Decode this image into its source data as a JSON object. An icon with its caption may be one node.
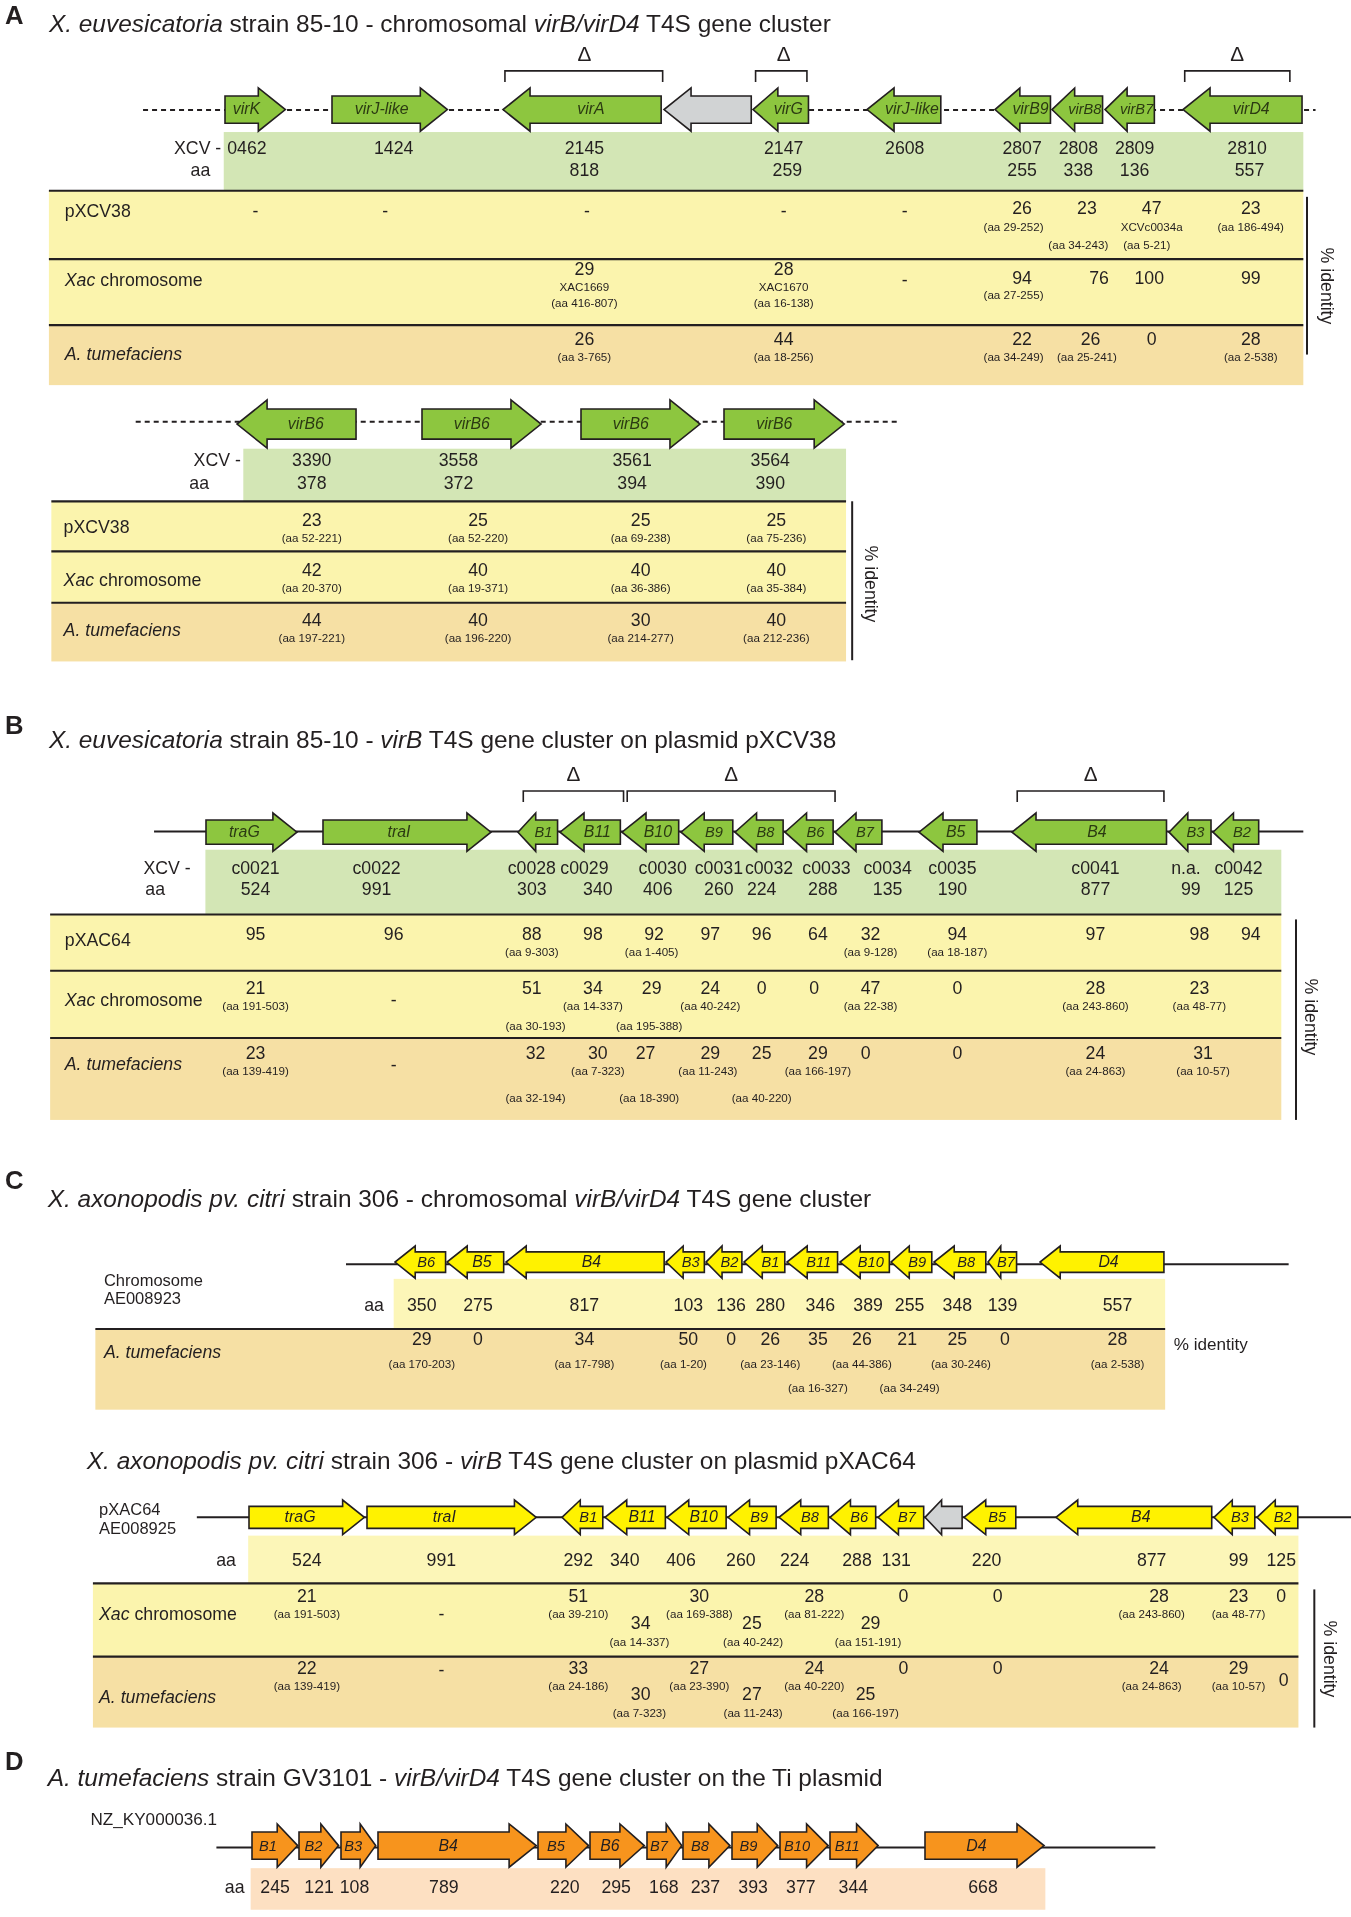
{
  "diagram": {
    "nodes": [
      {
        "text": [
          "virK"
        ]
      },
      {
        "text": [
          "virJ-like"
        ]
      },
      {
        "text": [
          "virA"
        ]
      },
      {
        "text": [],
        "shape": "arrow"
      },
      {
        "text": [
          "virG"
        ]
      },
      {
        "text": [
          "virJ-like"
        ]
      },
      {
        "text": [
          "virB9"
        ]
      },
      {
        "text": [
          "virB8"
        ]
      },
      {
        "text": [
          "virB7"
        ]
      },
      {
        "text": [
          "virD4"
        ]
      },
      {
        "text": [
          "virB6"
        ]
      },
      {
        "text": [
          "virB6"
        ]
      },
      {
        "text": [
          "virB6"
        ]
      },
      {
        "text": [
          "virB6"
        ]
      },
      {
        "text": [
          "traG"
        ]
      },
      {
        "text": [
          "traI"
        ]
      },
      {
        "text": [
          "B1"
        ]
      },
      {
        "text": [
          "B11"
        ]
      },
      {
        "text": [
          "B10"
        ]
      },
      {
        "text": [
          "B9"
        ]
      },
      {
        "text": [
          "B8"
        ]
      },
      {
        "text": [
          "B6"
        ]
      },
      {
        "text": [
          "B7"
        ]
      },
      {
        "text": [
          "B5"
        ]
      },
      {
        "text": [
          "B4"
        ]
      },
      {
        "text": [
          "B3"
        ]
      },
      {
        "text": [
          "B2"
        ]
      },
      {
        "text": [
          "B6"
        ]
      },
      {
        "text": [
          "B5"
        ]
      },
      {
        "text": [
          "B4"
        ]
      },
      {
        "text": [
          "B3"
        ]
      },
      {
        "text": [
          "B2"
        ]
      },
      {
        "text": [
          "B1"
        ]
      },
      {
        "text": [
          "B11"
        ]
      },
      {
        "text": [
          "B10"
        ]
      },
      {
        "text": [
          "B9"
        ]
      },
      {
        "text": [
          "B8"
        ]
      },
      {
        "text": [
          "B7"
        ]
      },
      {
        "text": [
          "D4"
        ]
      },
      {
        "text": [
          "traG"
        ]
      },
      {
        "text": [
          "traI"
        ]
      },
      {
        "text": [
          "B1"
        ]
      },
      {
        "text": [
          "B11"
        ]
      },
      {
        "text": [
          "B10"
        ]
      },
      {
        "text": [
          "B9"
        ]
      },
      {
        "text": [
          "B8"
        ]
      },
      {
        "text": [
          "B6"
        ]
      },
      {
        "text": [
          "B7"
        ]
      },
      {
        "text": [],
        "shape": "arrow"
      },
      {
        "text": [
          "B5"
        ]
      },
      {
        "text": [
          "B4"
        ]
      },
      {
        "text": [
          "B3"
        ]
      },
      {
        "text": [
          "B2"
        ]
      },
      {
        "text": [
          "B1"
        ]
      },
      {
        "text": [
          "B2"
        ]
      },
      {
        "text": [
          "B3"
        ]
      },
      {
        "text": [
          "B4"
        ]
      },
      {
        "text": [
          "B5"
        ]
      },
      {
        "text": [
          "B6"
        ]
      },
      {
        "text": [
          "B7"
        ]
      },
      {
        "text": [
          "B8"
        ]
      },
      {
        "text": [
          "B9"
        ]
      },
      {
        "text": [
          "B10"
        ]
      },
      {
        "text": [
          "B11"
        ]
      },
      {
        "text": [
          "D4"
        ]
      }
    ],
    "labels": [
      "A",
      "*X. euvesicatoria* strain 85-10 - chromosomal *virB/virD4* T4S gene cluster",
      "Δ",
      "Δ",
      "Δ",
      "XCV -",
      "0462",
      "1424",
      "2145",
      "2147",
      "2608",
      "2807",
      "2808",
      "2809",
      "2810",
      "aa",
      "818",
      "259",
      "255",
      "338",
      "136",
      "557",
      "pXCV38",
      "-",
      "-",
      "-",
      "-",
      "-",
      "26",
      "23",
      "47",
      "23",
      "(aa 29-252)",
      "XCVc0034a",
      "(aa 186-494)",
      "(aa 34-243)",
      "(aa 5-21)",
      "*Xac* chromosome",
      "29",
      "28",
      "XAC1669",
      "XAC1670",
      "(aa 416-807)",
      "(aa 16-138)",
      "-",
      "94",
      "76",
      "100",
      "99",
      "(aa 27-255)",
      "A. tumefaciens",
      "26",
      "44",
      "22",
      "26",
      "0",
      "28",
      "(aa 3-765)",
      "(aa 18-256)",
      "(aa 34-249)",
      "(aa 25-241)",
      "(aa 2-538)",
      "% identity",
      "XCV -",
      "3390",
      "3558",
      "3561",
      "3564",
      "aa",
      "378",
      "372",
      "394",
      "390",
      "pXCV38",
      "23",
      "25",
      "25",
      "25",
      "(aa 52-221)",
      "(aa 52-220)",
      "(aa 69-238)",
      "(aa 75-236)",
      "*Xac* chromosome",
      "42",
      "40",
      "40",
      "40",
      "(aa 20-370)",
      "(aa 19-371)",
      "(aa 36-386)",
      "(aa 35-384)",
      "A. tumefaciens",
      "44",
      "40",
      "30",
      "40",
      "(aa 197-221)",
      "(aa 196-220)",
      "(aa 214-277)",
      "(aa 212-236)",
      "% identity",
      "B",
      "*X. euvesicatoria* strain 85-10 - *virB* T4S gene cluster on plasmid pXCV38",
      "Δ",
      "Δ",
      "Δ",
      "XCV -",
      "c0021",
      "c0022",
      "c0028",
      "c0029",
      "c0030",
      "c0031",
      "c0032",
      "c0033",
      "c0034",
      "c0035",
      "c0041",
      "n.a.",
      "c0042",
      "aa",
      "524",
      "991",
      "303",
      "340",
      "406",
      "260",
      "224",
      "288",
      "135",
      "190",
      "877",
      "99",
      "125",
      "pXAC64",
      "95",
      "96",
      "88",
      "98",
      "92",
      "97",
      "96",
      "64",
      "32",
      "94",
      "97",
      "98",
      "94",
      "(aa 9-303)",
      "(aa 1-405)",
      "(aa 9-128)",
      "(aa 18-187)",
      "*Xac* chromosome",
      "21",
      "-",
      "51",
      "34",
      "29",
      "24",
      "0",
      "0",
      "47",
      "0",
      "28",
      "23",
      "(aa 191-503)",
      "(aa 14-337)",
      "(aa 40-242)",
      "(aa 22-38)",
      "(aa 243-860)",
      "(aa 48-77)",
      "(aa 30-193)",
      "(aa 195-388)",
      "A. tumefaciens",
      "23",
      "-",
      "32",
      "30",
      "27",
      "29",
      "25",
      "29",
      "0",
      "0",
      "24",
      "31",
      "(aa 139-419)",
      "(aa 7-323)",
      "(aa 11-243)",
      "(aa 166-197)",
      "(aa 24-863)",
      "(aa 10-57)",
      "(aa 32-194)",
      "(aa 18-390)",
      "(aa 40-220)",
      "% identity",
      "C",
      "*X. axonopodis pv. citri* strain 306 - chromosomal *virB/virD4* T4S gene cluster",
      "Chromosome AE008923",
      "aa",
      "350",
      "275",
      "817",
      "103",
      "136",
      "280",
      "346",
      "389",
      "255",
      "348",
      "139",
      "557",
      "A. tumefaciens",
      "29",
      "0",
      "34",
      "50",
      "0",
      "26",
      "35",
      "26",
      "21",
      "25",
      "0",
      "28",
      "(aa 170-203)",
      "(aa 17-798)",
      "(aa 1-20)",
      "(aa 23-146)",
      "(aa 44-386)",
      "(aa 30-246)",
      "(aa 2-538)",
      "(aa 16-327)",
      "(aa 34-249)",
      "% identity",
      "*X. axonopodis pv. citri* strain 306 - *virB* T4S gene cluster on plasmid pXAC64",
      "pXAC64 AE008925",
      "aa",
      "524",
      "991",
      "292",
      "340",
      "406",
      "260",
      "224",
      "288",
      "131",
      "220",
      "877",
      "99",
      "125",
      "*Xac* chromosome",
      "21",
      "-",
      "51",
      "30",
      "28",
      "0",
      "0",
      "28",
      "23",
      "0",
      "(aa 191-503)",
      "(aa 39-210)",
      "(aa 169-388)",
      "(aa 81-222)",
      "(aa 243-860)",
      "(aa 48-77)",
      "34",
      "25",
      "29",
      "(aa 14-337)",
      "(aa 40-242)",
      "(aa 151-191)",
      "A. tumefaciens",
      "22",
      "-",
      "33",
      "27",
      "24",
      "0",
      "0",
      "24",
      "29",
      "(aa 139-419)",
      "(aa 24-186)",
      "(aa 23-390)",
      "(aa 40-220)",
      "(aa 24-863)",
      "(aa 10-57)",
      "30",
      "27",
      "25",
      "(aa 7-323)",
      "(aa 11-243)",
      "(aa 166-197)",
      "0",
      "% identity",
      "D",
      "*A. tumefaciens* strain GV3101 - *virB/virD4* T4S gene cluster on the Ti plasmid",
      "NZ_KY000036.1",
      "aa",
      "245",
      "121",
      "108",
      "789",
      "220",
      "295",
      "168",
      "237",
      "393",
      "377",
      "344",
      "668"
    ]
  }
}
